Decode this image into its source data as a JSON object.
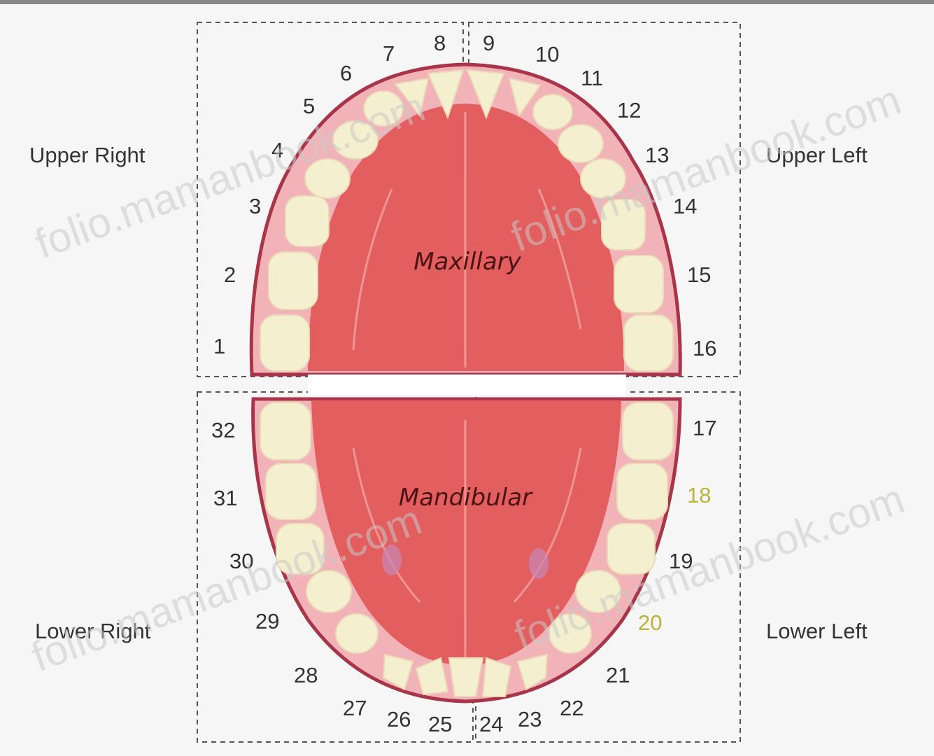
{
  "quadrants": {
    "upper_right": "Upper Right",
    "upper_left": "Upper Left",
    "lower_right": "Lower Right",
    "lower_left": "Lower Left"
  },
  "jaws": {
    "upper": "Maxillary",
    "lower": "Mandibular"
  },
  "teeth": {
    "upper": [
      "1",
      "2",
      "3",
      "4",
      "5",
      "6",
      "7",
      "8",
      "9",
      "10",
      "11",
      "12",
      "13",
      "14",
      "15",
      "16"
    ],
    "lower": [
      "17",
      "18",
      "19",
      "20",
      "21",
      "22",
      "23",
      "24",
      "25",
      "26",
      "27",
      "28",
      "29",
      "30",
      "31",
      "32"
    ]
  },
  "watermark": "folio.mamanbook.com",
  "colors": {
    "palate": "#e35e5e",
    "gum": "#f2b3b8",
    "gum_outline": "#a8354a",
    "tooth": "#f4efcf",
    "highlight_number": "#b9b33a"
  }
}
